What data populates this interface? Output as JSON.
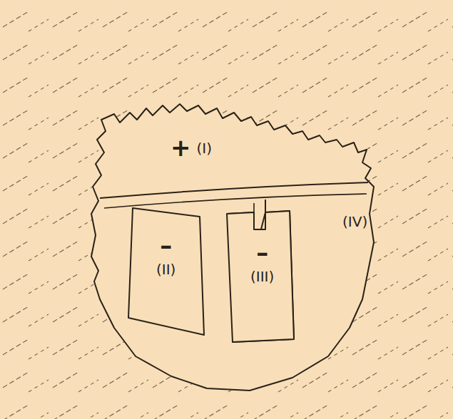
{
  "diagram": {
    "nodes": [
      {
        "text": [
          "+",
          "(I)"
        ]
      },
      {
        "text": [
          "–",
          "(II)"
        ]
      },
      {
        "text": [
          "–",
          "(III)"
        ]
      }
    ],
    "labels": [
      "(IV)"
    ]
  }
}
